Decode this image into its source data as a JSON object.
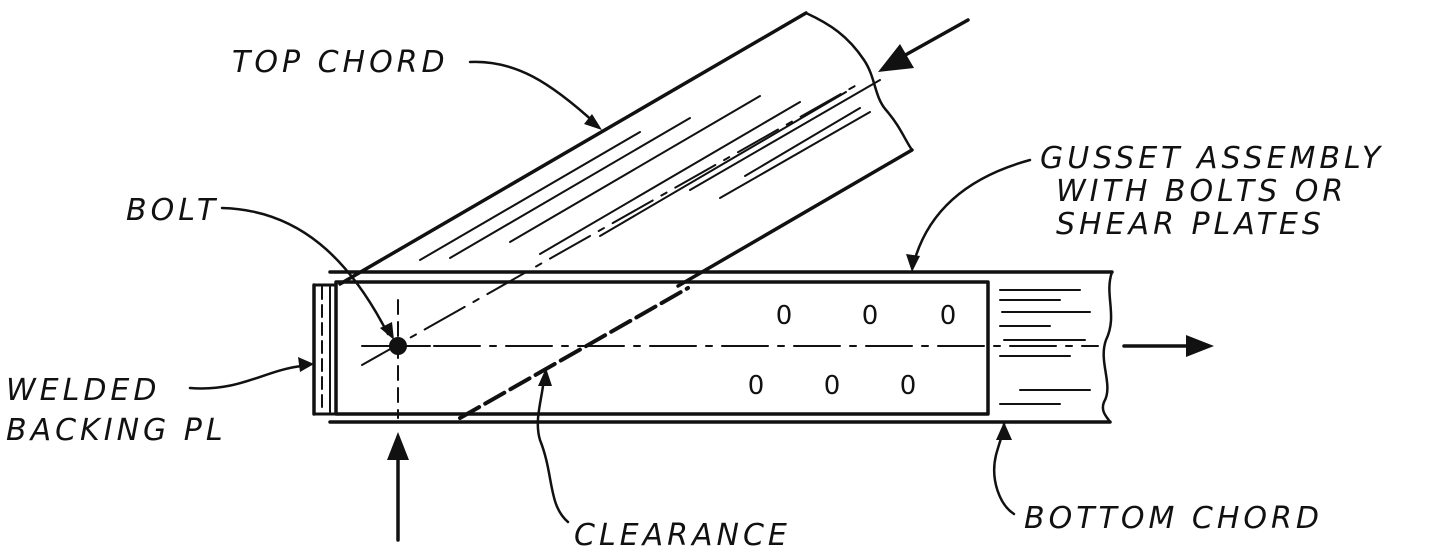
{
  "labels": {
    "top_chord": "TOP CHORD",
    "gusset_line1": "GUSSET ASSEMBLY",
    "gusset_line2": "WITH BOLTS OR",
    "gusset_line3": "SHEAR PLATES",
    "bolt": "BOLT",
    "welded_line1": "WELDED",
    "welded_line2": "BACKING PL",
    "clearance": "CLEARANCE",
    "bottom_chord": "BOTTOM CHORD"
  },
  "bolt_holes": {
    "top_row_count": 3,
    "bottom_row_count": 3,
    "symbol": "0"
  },
  "colors": {
    "ink": "#111111",
    "paper": "#ffffff"
  }
}
